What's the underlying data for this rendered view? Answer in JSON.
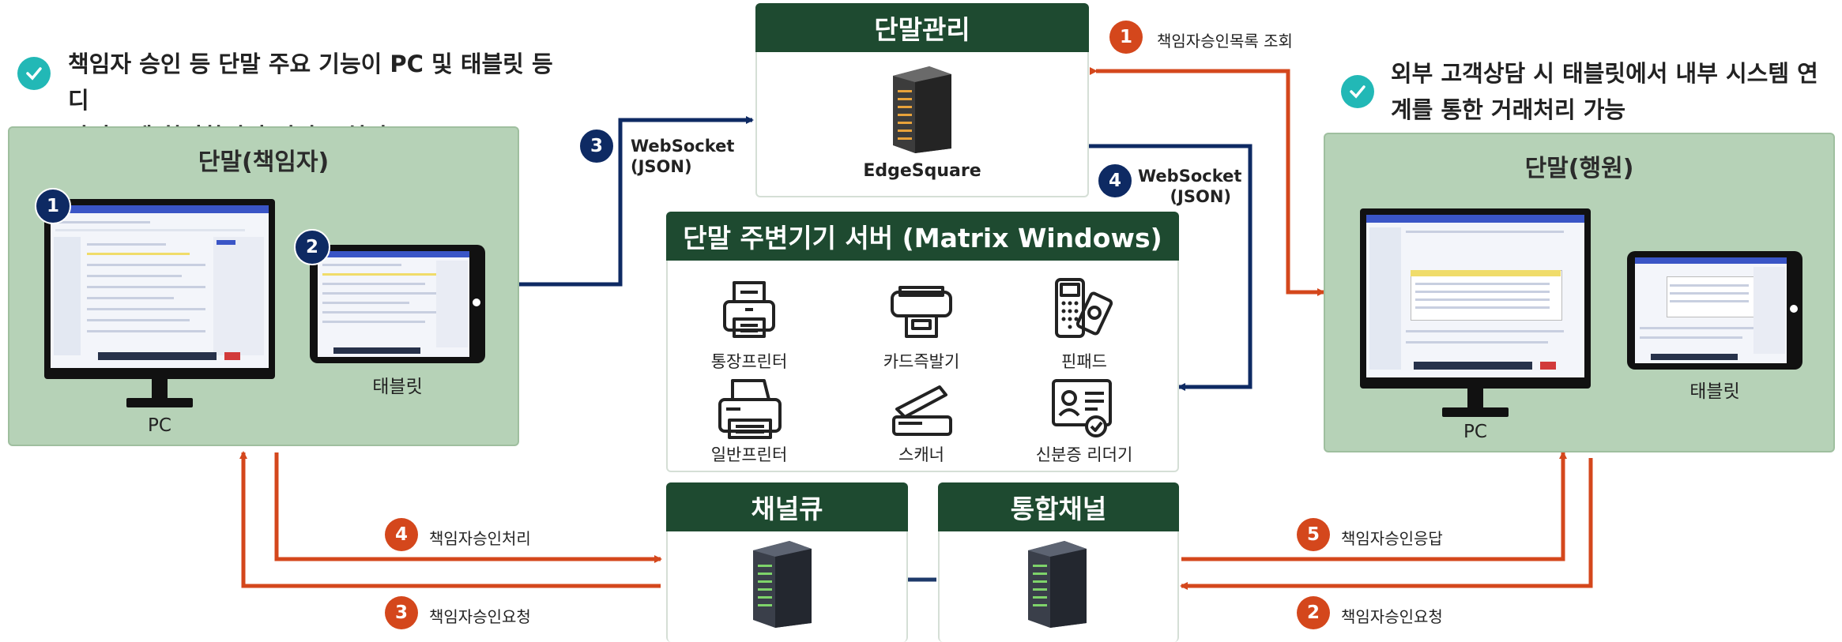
{
  "left_note": {
    "line1": "책임자 승인 등 단말 주요 기능이 PC 및 태블릿 등 디",
    "line2": "바이스에 최적화되어 서비스 처리"
  },
  "right_note": {
    "line1": "외부 고객상담 시 태블릿에서 내부 시스템 연",
    "line2": "계를 통한 거래처리 가능"
  },
  "left_panel": {
    "title": "단말(책임자)",
    "pc_label": "PC",
    "tablet_label": "태블릿",
    "badge_pc": "1",
    "badge_tablet": "2"
  },
  "right_panel": {
    "title": "단말(행원)",
    "pc_label": "PC",
    "tablet_label": "태블릿"
  },
  "terminal_mgmt": {
    "title": "단말관리",
    "server_name": "EdgeSquare"
  },
  "peripheral_server": {
    "title": "단말 주변기기 서버 (Matrix Windows)",
    "devices": [
      "통장프린터",
      "카드즉발기",
      "핀패드",
      "일반프린터",
      "스캐너",
      "신분증 리더기"
    ]
  },
  "channel_queue": {
    "title": "채널큐"
  },
  "integrated_channel": {
    "title": "통합채널"
  },
  "flows": {
    "f1": {
      "num": "1",
      "label": "책임자승인목록 조회"
    },
    "f3_ws": {
      "num": "3",
      "line1": "WebSocket",
      "line2": "(JSON)"
    },
    "f4_ws": {
      "num": "4",
      "line1": "WebSocket",
      "line2": "(JSON)"
    },
    "f4": {
      "num": "4",
      "label": "책임자승인처리"
    },
    "f3": {
      "num": "3",
      "label": "책임자승인요청"
    },
    "f5": {
      "num": "5",
      "label": "책임자승인응답"
    },
    "f2": {
      "num": "2",
      "label": "책임자승인요청"
    }
  },
  "colors": {
    "panel_green": "#b6d2b7",
    "header_green": "#1e4a30",
    "arrow_orange": "#d4471c",
    "arrow_navy": "#0e2a63",
    "check_teal": "#22b8b6"
  }
}
